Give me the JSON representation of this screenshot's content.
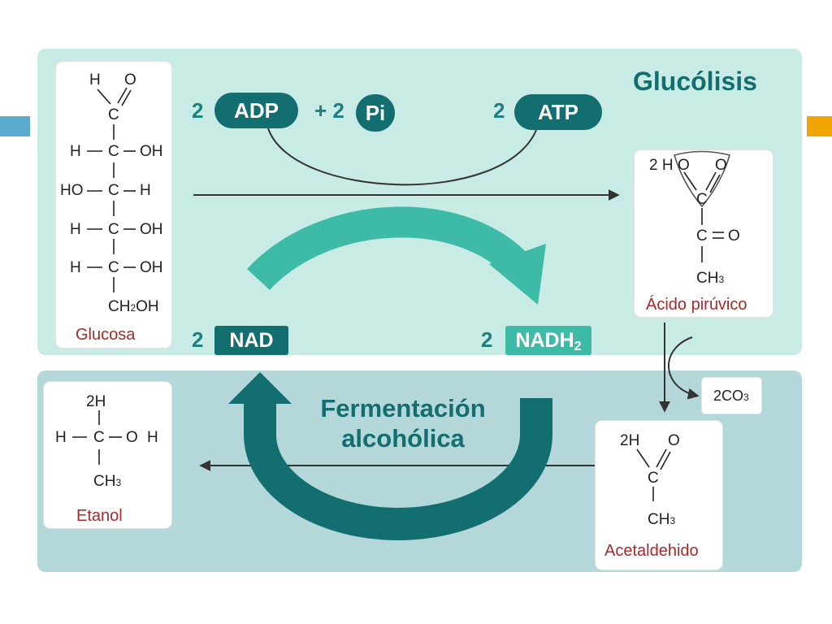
{
  "colors": {
    "panel_top": "#c8ebe5",
    "panel_bottom": "#b4d8da",
    "dark_teal": "#136e70",
    "light_teal": "#3dbba6",
    "compound_name": "#a52a2a",
    "accent_left": "#5aa9cf",
    "accent_right": "#f0a500"
  },
  "titles": {
    "glucolisis": "Glucólisis",
    "fermentacion_line1": "Fermentación",
    "fermentacion_line2": "alcohólica"
  },
  "reactants": {
    "adp_coef": "2",
    "adp": "ADP",
    "pi_coef": "+ 2",
    "pi": "Pi",
    "atp_coef": "2",
    "atp": "ATP",
    "nad_coef": "2",
    "nad": "NAD",
    "nadh_coef": "2",
    "nadh": "NADH",
    "nadh_sub": "2"
  },
  "glucose": {
    "name": "Glucosa",
    "top_h": "H",
    "top_o": "O",
    "c": "C",
    "rows": [
      {
        "left": "H",
        "right": "OH"
      },
      {
        "left": "HO",
        "right": "H"
      },
      {
        "left": "H",
        "right": "OH"
      },
      {
        "left": "H",
        "right": "OH"
      }
    ],
    "bottom_ch": "CH",
    "bottom_sub": "2",
    "bottom_oh": "OH"
  },
  "pyruvic": {
    "name": "Ácido pirúvico",
    "prefix": "2 H",
    "o1": "O",
    "o2": "O",
    "c": "C",
    "o3": "O",
    "ch": "CH",
    "ch_sub": "3"
  },
  "co2": {
    "text": "2CO",
    "sub": "3"
  },
  "acetaldehyde": {
    "name": "Acetaldehido",
    "prefix": "2H",
    "o": "O",
    "c": "C",
    "ch": "CH",
    "ch_sub": "3"
  },
  "ethanol": {
    "name": "Etanol",
    "top": "2H",
    "h_left": "H",
    "c": "C",
    "o": "O",
    "h_right": "H",
    "ch": "CH",
    "ch_sub": "3"
  }
}
